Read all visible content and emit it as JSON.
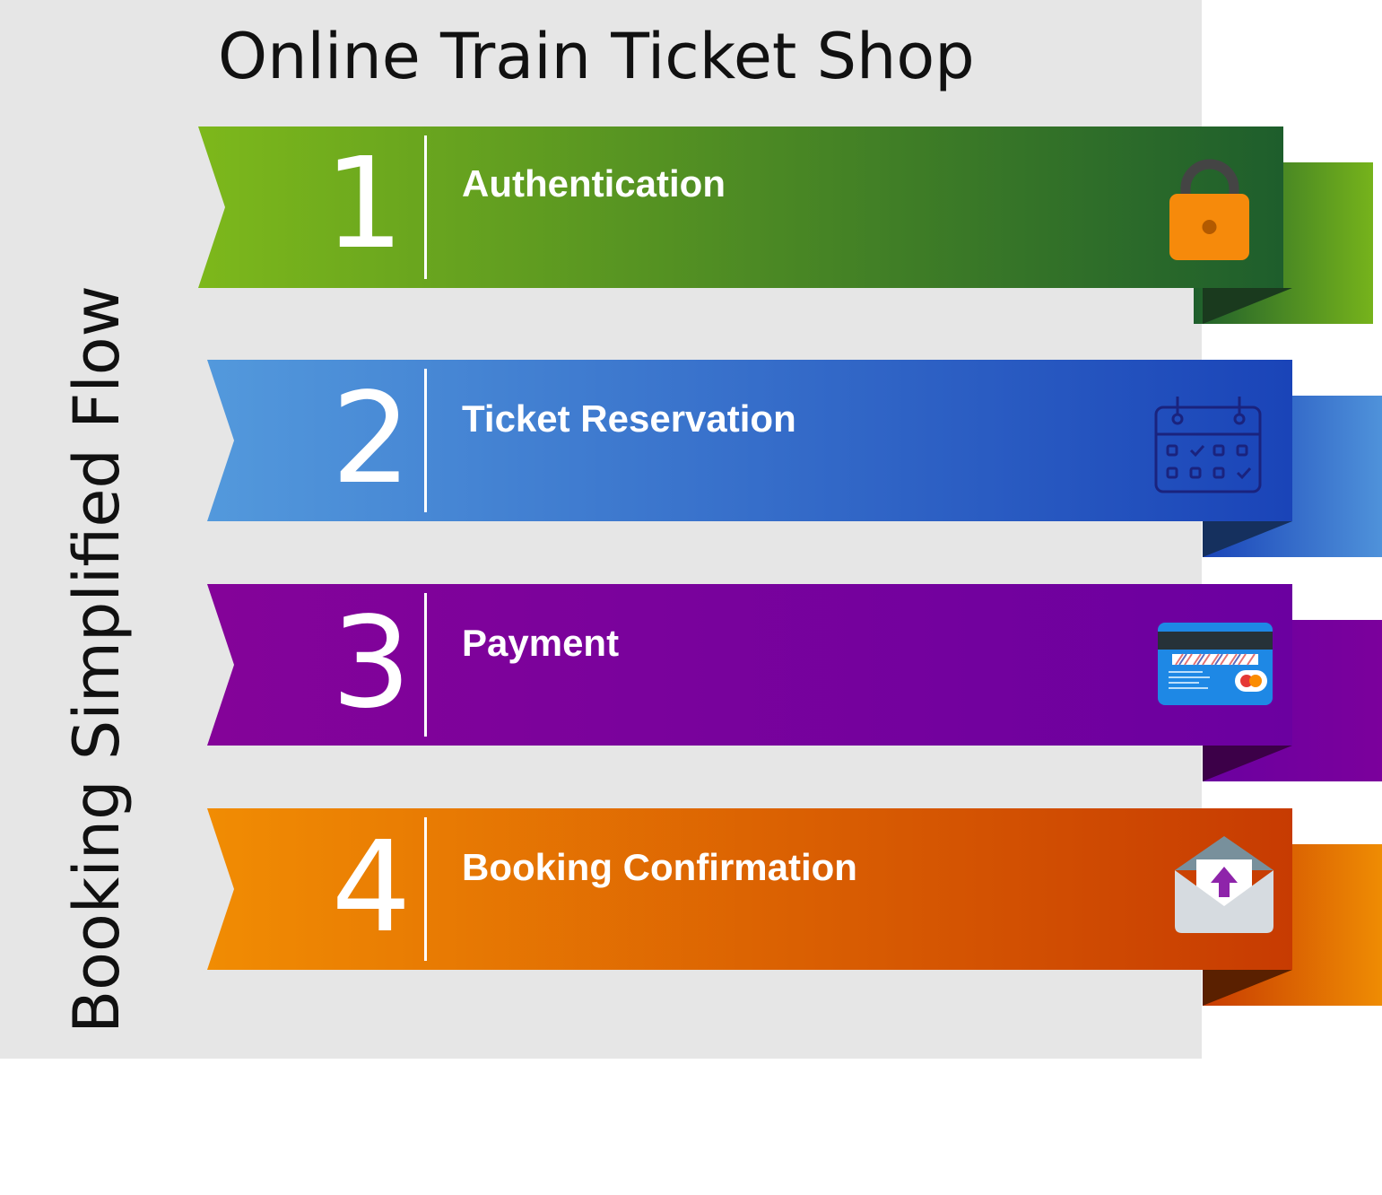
{
  "title": "Online Train Ticket Shop",
  "side_label": "Booking Simplified Flow",
  "steps": [
    {
      "number": "1",
      "label": "Authentication",
      "icon": "padlock-icon",
      "colors": {
        "start": "#7db81b",
        "end": "#1e5e2c",
        "tail": "#76b31b",
        "fold": "#1a3a1e"
      }
    },
    {
      "number": "2",
      "label": "Ticket Reservation",
      "icon": "calendar-icon",
      "colors": {
        "start": "#5399dc",
        "end": "#1a44b8",
        "tail": "#4f92da",
        "fold": "#15305e"
      }
    },
    {
      "number": "3",
      "label": "Payment",
      "icon": "credit-card-icon",
      "colors": {
        "start": "#840399",
        "end": "#6b00a0",
        "tail": "#7b009c",
        "fold": "#3c0048"
      }
    },
    {
      "number": "4",
      "label": "Booking Confirmation",
      "icon": "envelope-upload-icon",
      "colors": {
        "start": "#f18c03",
        "end": "#c73b02",
        "tail": "#ef8c03",
        "fold": "#5a2000"
      }
    }
  ]
}
